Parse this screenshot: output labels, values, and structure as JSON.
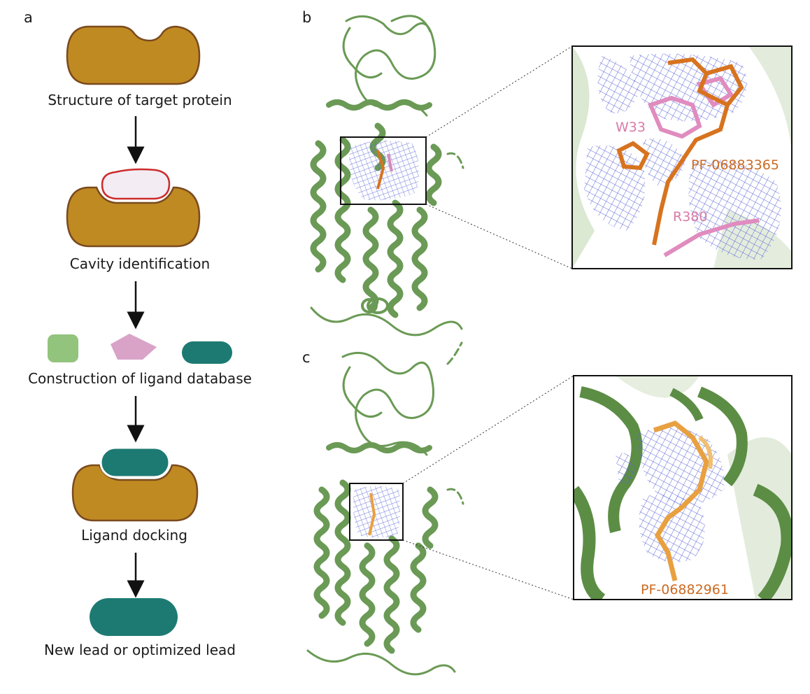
{
  "panel_letters": {
    "a": "a",
    "b": "b",
    "c": "c"
  },
  "workflow": {
    "steps": [
      {
        "label": "Structure of target protein"
      },
      {
        "label": "Cavity identification"
      },
      {
        "label": "Construction of ligand database"
      },
      {
        "label": "Ligand docking"
      },
      {
        "label": "New lead or optimized lead"
      }
    ]
  },
  "panel_b": {
    "residues": {
      "w": "W33",
      "r": "R380"
    },
    "ligand": "PF-06883365"
  },
  "panel_c": {
    "ligand": "PF-06882961"
  },
  "colors": {
    "protein_body": "#c08a22",
    "protein_outline": "#7a4a1e",
    "cavity_outline": "#cc2b2b",
    "cavity_fill": "#f3ecf3",
    "teal_ligand": "#1d7a72",
    "light_green": "#93c47d",
    "pink": "#d9a3c8",
    "cartoon_green": "#6a9a55",
    "mesh_blue": "#5560cc",
    "ligand_orange": "#d7731f"
  }
}
